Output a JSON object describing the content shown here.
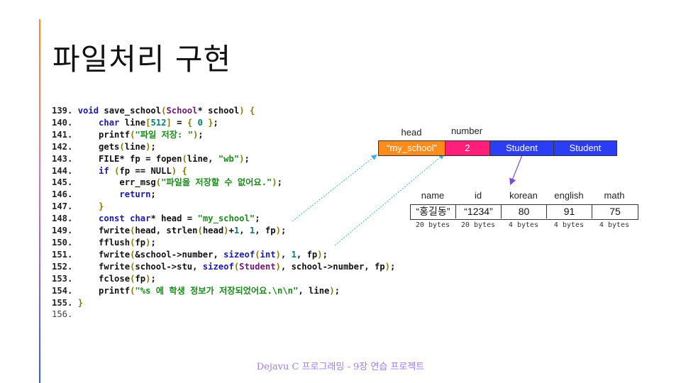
{
  "slide": {
    "title": "파일처리 구현",
    "footer": "Dejavu C 프로그래밍 - 9장 연습 프로젝트",
    "colors": {
      "accent_bar_top": "#ff8c1a",
      "accent_bar_bottom": "#2f5bff",
      "head_box": "#ff8c1a",
      "number_box": "#ff1f7a",
      "student_box": "#2b3df5",
      "arrow_dotted": "#3ab0e8",
      "arrow_solid": "#7a4ae0",
      "footer_text": "#a07ee8"
    }
  },
  "code": {
    "lines": [
      {
        "num": "139.",
        "text": "void save_school(School* school) {"
      },
      {
        "num": "140.",
        "text": "    char line[512] = { 0 };"
      },
      {
        "num": "141.",
        "text": "    printf(\"파일 저장: \");"
      },
      {
        "num": "142.",
        "text": "    gets(line);"
      },
      {
        "num": "143.",
        "text": "    FILE* fp = fopen(line, \"wb\");"
      },
      {
        "num": "144.",
        "text": "    if (fp == NULL) {"
      },
      {
        "num": "145.",
        "text": "        err_msg(\"파일을 저장할 수 없어요.\");"
      },
      {
        "num": "146.",
        "text": "        return;"
      },
      {
        "num": "147.",
        "text": "    }"
      },
      {
        "num": "148.",
        "text": "    const char* head = \"my_school\";"
      },
      {
        "num": "149.",
        "text": "    fwrite(head, strlen(head)+1, 1, fp);"
      },
      {
        "num": "150.",
        "text": "    fflush(fp);"
      },
      {
        "num": "151.",
        "text": "    fwrite(&school->number, sizeof(int), 1, fp);"
      },
      {
        "num": "152.",
        "text": "    fwrite(school->stu, sizeof(Student), school->number, fp);"
      },
      {
        "num": "153.",
        "text": "    fclose(fp);"
      },
      {
        "num": "154.",
        "text": "    printf(\"%s 에 학생 정보가 저장되었어요.\\n\\n\", line);"
      },
      {
        "num": "155.",
        "text": "}"
      },
      {
        "num": "156.",
        "text": ""
      }
    ]
  },
  "file_layout": {
    "labels": {
      "head": "head",
      "number": "number"
    },
    "cells": [
      {
        "label": "“my_school”",
        "kind": "head"
      },
      {
        "label": "2",
        "kind": "number"
      },
      {
        "label": "Student",
        "kind": "student"
      },
      {
        "label": "Student",
        "kind": "student"
      }
    ]
  },
  "student_struct": {
    "fields": [
      {
        "name": "name",
        "value": "“홍길동”",
        "size": "20 bytes"
      },
      {
        "name": "id",
        "value": "“1234”",
        "size": "20 bytes"
      },
      {
        "name": "korean",
        "value": "80",
        "size": "4 bytes"
      },
      {
        "name": "english",
        "value": "91",
        "size": "4 bytes"
      },
      {
        "name": "math",
        "value": "75",
        "size": "4 bytes"
      }
    ]
  }
}
